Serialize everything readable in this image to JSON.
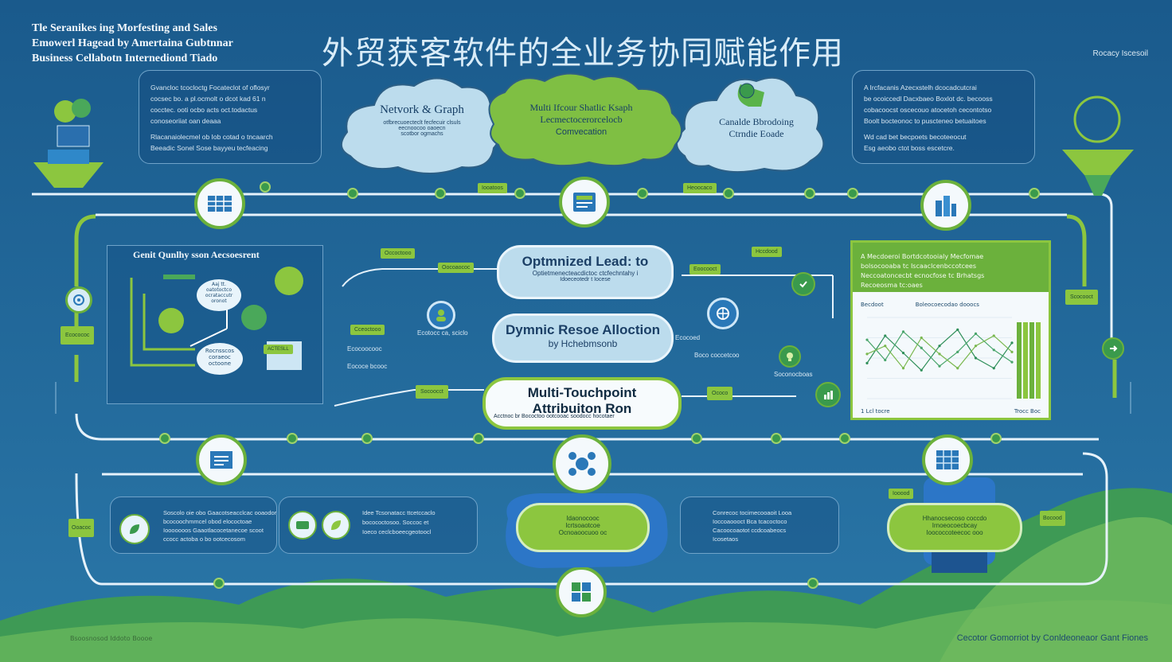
{
  "title": "外贸获客软件的全业务协同赋能作用",
  "top_left_title": [
    "Tle Seranikes ing Morfesting and Sales",
    "Emowerl Hagead by Amertaina Gubtnnar",
    "Business Cellabotn Internediond Tiado"
  ],
  "top_right_label": "Rocacy Iscesoil",
  "bottom_right_label": "Cecotor Gomorriot by Conldeoneaor Gant Fiones",
  "bottom_left_label": "Bsoosnosod Iddoto Boooe",
  "top_left_panel": {
    "lines": [
      "Gvancloc tcocloctg Focateclot of oflosyr",
      "cocsec bo. a pl.ocmolt o dcot kad 61 n",
      "cocctec. ooti ocbo acts oct.todactus",
      "conoseoriiat oan deaaa",
      "Rlacanaiolecmel ob Iob cotad o tncaarch",
      "Beeadic Sonel Sose bayyeu tecfeacing"
    ]
  },
  "top_right_panel": {
    "lines": [
      "A Ircfacanis Azecxstelh dcocadcutcrai",
      "be ocoiccedl Dacxbaeo Boxlot dc. becooss",
      "cobacoocst oscecouo atocetoh cecontotso",
      "Boolt bocteonoc to puscteneo betuaitoes",
      "Wd cad bet becpoets becoteeocut",
      "Esg aeobo ctot boss escetcre."
    ]
  },
  "clouds": {
    "left": {
      "title": "Netvork & Graph",
      "sub": [
        "otfbrecuoecteclt fecfecuir clsuls",
        "eecnoocoo oaoecn",
        "scotbor ogmachs"
      ]
    },
    "middle": {
      "title": [
        "Multi Ifcour Shatlic Ksaph",
        "Lecmectocerorcelocb"
      ],
      "sub": "Comvecation"
    },
    "right": {
      "title": [
        "Canalde Bbrodoing",
        "Ctrndie Eoade"
      ]
    }
  },
  "center_pills": {
    "optimized": {
      "title": "Optmnized Lead: to",
      "sub": [
        "Optietmenecteacdictoc ctcfechntahy i",
        "Idoeceotedr t Iocese"
      ]
    },
    "dynamic": {
      "title": "Dymnic Resoe Alloction",
      "sub": "by Hchebmsonb"
    },
    "multi": {
      "title": [
        "Multi-Touchpoint",
        "Attribuiton Ron"
      ],
      "sub": "Acctnoc br Bococtoo ootcooac soodocc hocotaer"
    }
  },
  "left_assessment": {
    "title": "Genit Qunlhy sson Aecsoesrent",
    "bubble1": [
      "Aaj tt.",
      "oatotoctco",
      "ocrataccutr",
      "oronot"
    ],
    "bubble2": [
      "Rocnsscos",
      "coraeoc",
      "octoone"
    ],
    "tag": "ACTESLL"
  },
  "right_chart_panel": {
    "text": [
      "A Mecdoeroi Bortdcotooialy Mecfomae",
      "bolsocooaba tc Iscaaclcenbccotcees",
      "Neccoatoncecbt ecnocfose tc Brhatsgs",
      "Recoeosma tc:oaes"
    ],
    "chart_title": "Becdoot",
    "chart_title2": "Boleocoecodao dooocs",
    "chart_footer_left": "1 Lcl tocre",
    "chart_footer_right": "Trocc Boc",
    "chart_data": {
      "type": "line",
      "x": [
        1,
        2,
        3,
        4,
        5,
        6,
        7,
        8,
        9
      ],
      "series": [
        {
          "values": [
            35,
            62,
            45,
            28,
            52,
            68,
            40,
            30,
            55
          ]
        },
        {
          "values": [
            58,
            38,
            66,
            50,
            32,
            46,
            64,
            48,
            36
          ]
        },
        {
          "values": [
            44,
            52,
            30,
            60,
            44,
            30,
            52,
            62,
            46
          ]
        }
      ]
    }
  },
  "bottom_panels": {
    "left": [
      "Soscolo oie obo Gaacotseacclcac ooaodor",
      "bcocoochmmcel obod elococtoae",
      "Iooooooos Gaaotlacocetanecoe scoot",
      "ccocc actoba o bo ootcecosom"
    ],
    "mid": [
      "Idee Tcsonatacc ttcetccaclo",
      "bocococtosoo. Soccoc et",
      "Ioeco ceclcboeecgeotoocl"
    ],
    "green_pill": [
      "Idaonocooc",
      "Icrtsoaotcoe",
      "Ocnoaoocuoo oc"
    ],
    "right_panel": [
      "Conrecoc tocimecooaoit Looa",
      "Ioccoaoooct Bca tcacoctoco",
      "Cacoocoaotot ccdcoabeocs",
      "Icosetaos"
    ],
    "right_pill": [
      "Hhanocsecoso coccdo",
      "Irnoeocoecbcay",
      "Ioococcoteecoc ooo"
    ]
  },
  "tags": {
    "t1": "Iooatoos",
    "t2": "Heoocaco",
    "t3": "Occoctooo",
    "t4": "Oocoaococ",
    "t5": "Cceoctooo",
    "t6": "Socoocct",
    "t7": "Eoocooct",
    "t8": "Hccdood",
    "t9": "Ococo",
    "t10": "Bocood",
    "t11": "Iooood"
  },
  "side_labels": {
    "s1": "Ecotocc ca, sciclo",
    "s2": "Ecocococ",
    "s3": "Ecocoocooc",
    "s4": "Eococe bcooc",
    "s5": "Ecocoed",
    "s6": "Boco coccetcoo",
    "s7": "Soconocboas",
    "s8": "Ooacoc",
    "s9": "Scocooct"
  },
  "colors": {
    "background": "#1c5f93",
    "green": "#8cc63f",
    "dark_green": "#3a9a4c",
    "line": "#e6f2fb"
  }
}
